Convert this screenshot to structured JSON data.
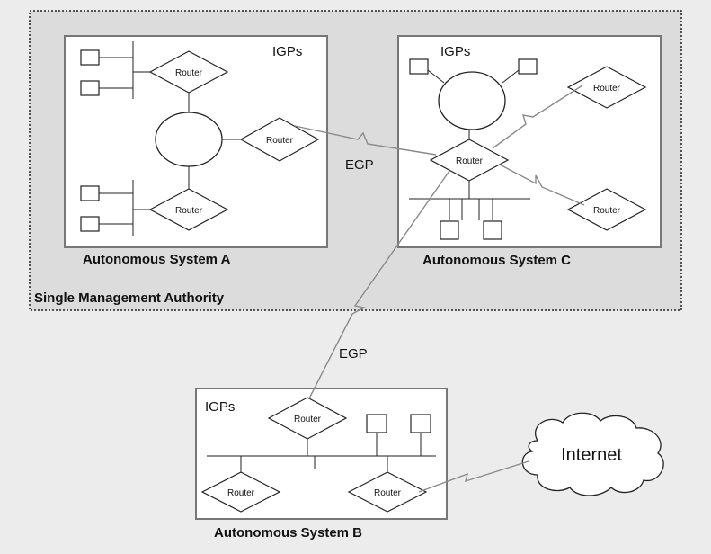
{
  "labels": {
    "igps": "IGPs",
    "router": "Router",
    "egp": "EGP",
    "internet": "Internet",
    "as_a": "Autonomous System A",
    "as_b": "Autonomous System B",
    "as_c": "Autonomous System C",
    "authority": "Single Management Authority"
  },
  "colors": {
    "background": "#ececec",
    "authority_fill": "#dcdcdc",
    "box_fill": "#ffffff",
    "stroke": "#333333",
    "link": "#8a8a8a"
  }
}
